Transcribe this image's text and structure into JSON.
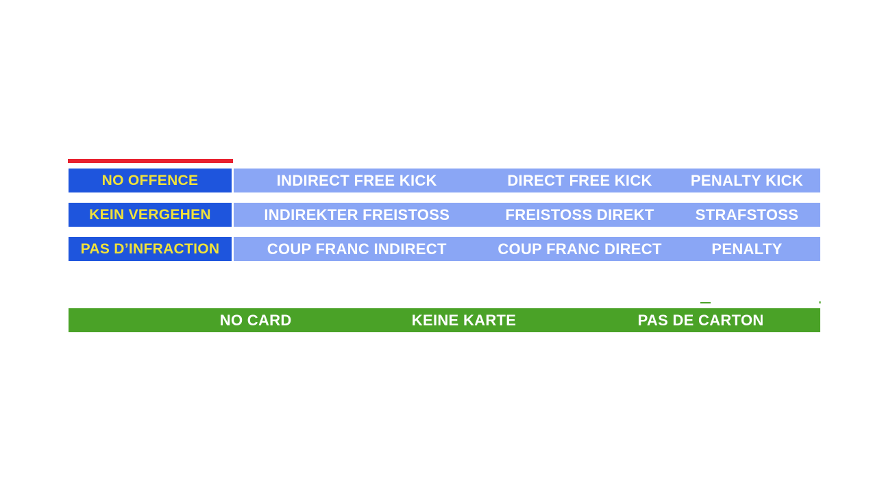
{
  "palette": {
    "royal_blue": "#1e55dd",
    "light_blue": "#8aa6f5",
    "green": "#4aa227",
    "red": "#e82230",
    "yellow": "#f0e23a",
    "white_text": "#ffffff"
  },
  "rows": [
    {
      "language": "english",
      "left_label": "NO OFFENCE",
      "cells": [
        "INDIRECT FREE KICK",
        "DIRECT FREE KICK",
        "PENALTY KICK"
      ]
    },
    {
      "language": "german",
      "left_label": "KEIN VERGEHEN",
      "cells": [
        "INDIREKTER FREISTOSS",
        "FREISTOSS DIREKT",
        "STRAFSTOSS"
      ]
    },
    {
      "language": "french",
      "left_label": "PAS D’INFRACTION",
      "cells": [
        "COUP FRANC INDIRECT",
        "COUP FRANC DIRECT",
        "PENALTY"
      ]
    }
  ],
  "card_bar": {
    "items": [
      "NO CARD",
      "KEINE KARTE",
      "PAS DE CARTON"
    ]
  }
}
